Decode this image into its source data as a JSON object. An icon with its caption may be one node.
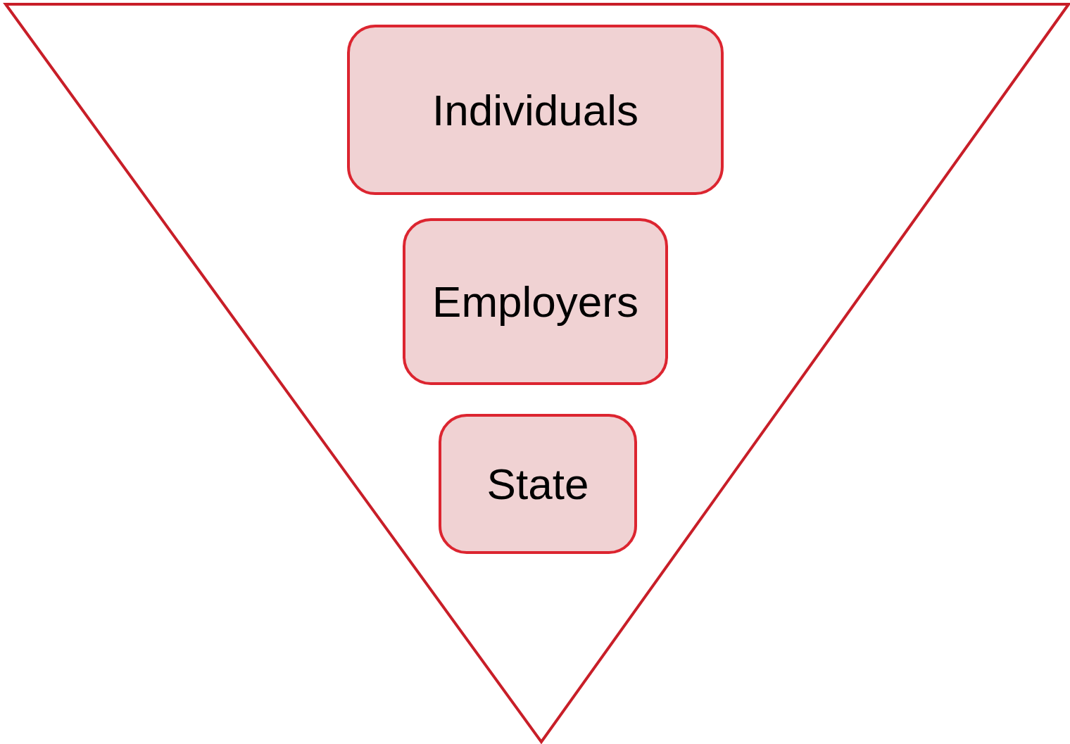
{
  "diagram": {
    "nodes": [
      {
        "text": [],
        "shape": "triangle"
      },
      {
        "text": [
          "Individuals"
        ],
        "in": 0
      },
      {
        "text": [
          "Employers"
        ],
        "in": 0
      },
      {
        "text": [
          "State"
        ],
        "in": 0
      }
    ]
  }
}
